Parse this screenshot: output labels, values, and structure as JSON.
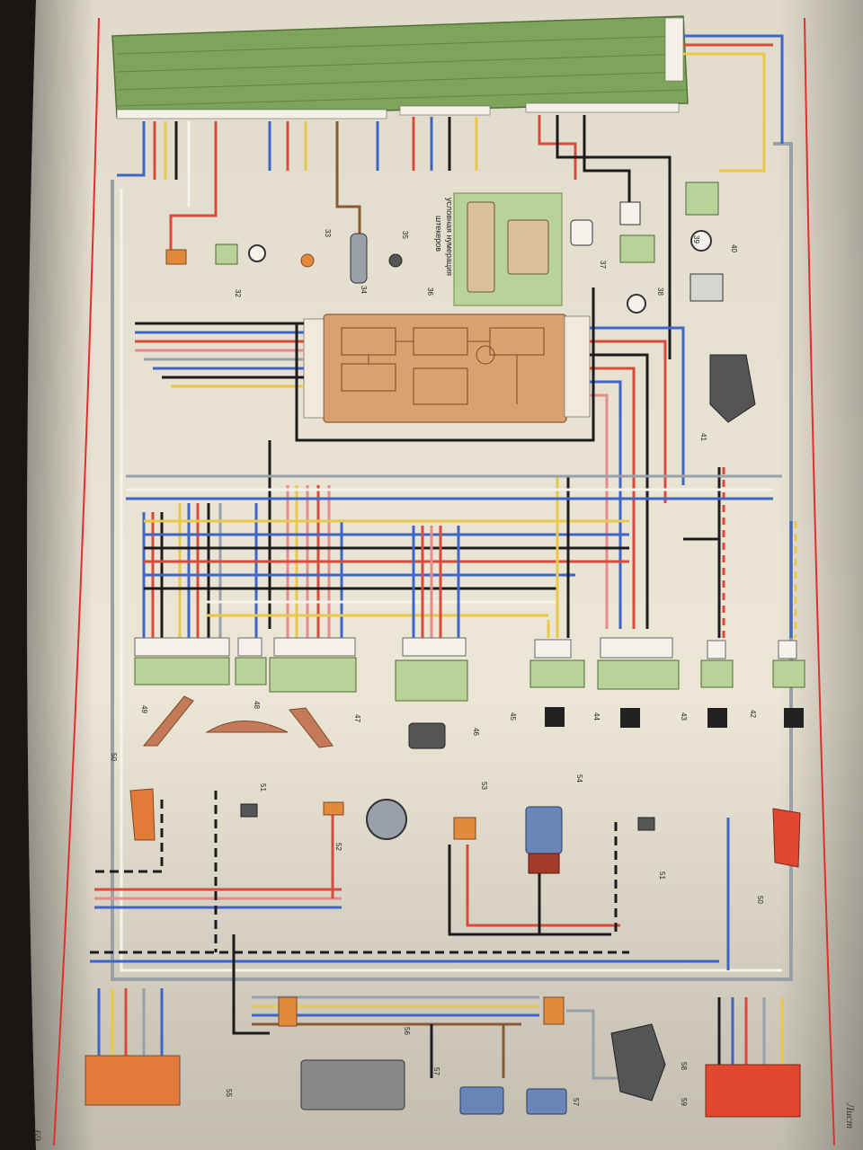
{
  "page": {
    "page_number": "69",
    "sheet_label": "Лист",
    "paper_color": "#ece6d6",
    "margin_line_color": "#e0302e"
  },
  "plug_note": {
    "line1": "условная нумерация",
    "line2": "штекеров",
    "ref": "36"
  },
  "wire_colors": {
    "black": "#1c1c1c",
    "blue": "#3e66c6",
    "red": "#d84a3c",
    "yellow": "#e8c84a",
    "grey": "#9aa0a8",
    "white": "#f4f2ea",
    "pink": "#e68a8a",
    "orange": "#e28a3a",
    "green": "#5aa05a",
    "brown": "#8a5a32"
  },
  "component_colors": {
    "main_block": "#7ea35a",
    "relay_block": "#d9a070",
    "connector": "#b9d29a",
    "lamp_red": "#e0472e",
    "lamp_orange": "#e27a3a",
    "switch_blue": "#6a86b8",
    "pedal_brown": "#c47a58",
    "motor_grey": "#555555"
  },
  "callouts": [
    {
      "id": "c32",
      "text": "32"
    },
    {
      "id": "c33",
      "text": "33"
    },
    {
      "id": "c34",
      "text": "34"
    },
    {
      "id": "c35",
      "text": "35"
    },
    {
      "id": "c37",
      "text": "37"
    },
    {
      "id": "c38",
      "text": "38"
    },
    {
      "id": "c39",
      "text": "39"
    },
    {
      "id": "c40",
      "text": "40"
    },
    {
      "id": "c41",
      "text": "41"
    },
    {
      "id": "c42",
      "text": "42"
    },
    {
      "id": "c43",
      "text": "43"
    },
    {
      "id": "c44",
      "text": "44"
    },
    {
      "id": "c45",
      "text": "45"
    },
    {
      "id": "c46",
      "text": "46"
    },
    {
      "id": "c47",
      "text": "47"
    },
    {
      "id": "c48",
      "text": "48"
    },
    {
      "id": "c49",
      "text": "49"
    },
    {
      "id": "c50l",
      "text": "50"
    },
    {
      "id": "c50r",
      "text": "50"
    },
    {
      "id": "c51l",
      "text": "51"
    },
    {
      "id": "c51r",
      "text": "51"
    },
    {
      "id": "c52",
      "text": "52"
    },
    {
      "id": "c53",
      "text": "53"
    },
    {
      "id": "c54",
      "text": "54"
    },
    {
      "id": "c55",
      "text": "55"
    },
    {
      "id": "c56",
      "text": "56"
    },
    {
      "id": "c57a",
      "text": "57"
    },
    {
      "id": "c57b",
      "text": "57"
    },
    {
      "id": "c58",
      "text": "58"
    },
    {
      "id": "c59",
      "text": "59"
    }
  ]
}
